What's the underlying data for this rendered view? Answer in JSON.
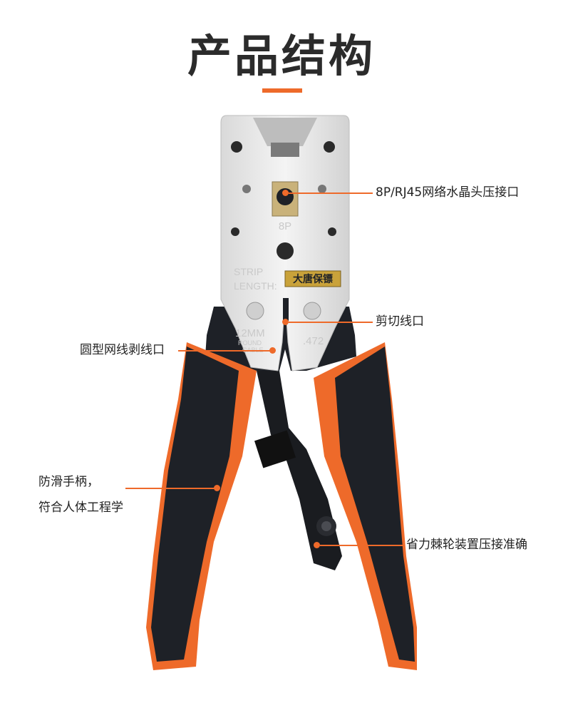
{
  "title": "产品结构",
  "tool": {
    "brand_badge": "大唐保镖",
    "jaw_label": "8P",
    "strip_label_line1": "STRIP",
    "strip_label_line2": "LENGTH:",
    "cable_size": "12MM",
    "cable_type_line1": "ROUND",
    "cable_type_line2": "CABLE",
    "strip_measure": ".472"
  },
  "callouts": {
    "rj45_port": "8P/RJ45网络水晶头压接口",
    "cutter": "剪切线口",
    "stripper": "圆型网线剥线口",
    "handle_line1": "防滑手柄，",
    "handle_line2": "符合人体工程学",
    "ratchet": "省力棘轮装置压接准确"
  },
  "colors": {
    "accent": "#ee6a2a",
    "handle_black": "#1e2127",
    "steel": "#e9e9e9"
  }
}
